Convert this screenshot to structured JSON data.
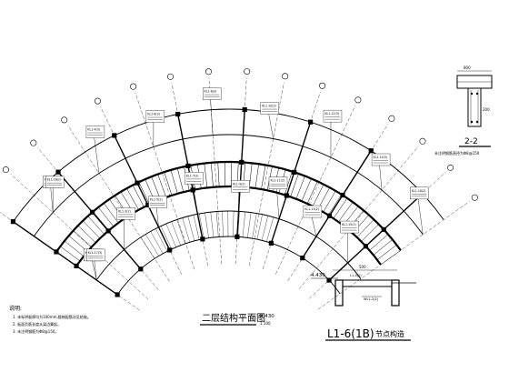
{
  "plan": {
    "title": "二层结构平面图",
    "scale": "1:100",
    "elevation": "4.430"
  },
  "section": {
    "label": "2-2",
    "note": "未注明钢筋直径为Φ8@150",
    "dim_top": "800",
    "dim_right": "200"
  },
  "detail": {
    "label": "L1-6(1B)",
    "suffix": "节点构造",
    "elevation": "4.430",
    "beam_tag": "WL1-2(1)",
    "dim": "500",
    "beam_mark": "L1-4(2)"
  },
  "notes": {
    "heading": "说明:",
    "items": [
      "1. 未标明板厚均为100mm,楼梯配筋详见结施。",
      "2. 板面负筋长度从梁边算起。",
      "3. 未注明钢筋为Φ8@150。"
    ]
  },
  "beam_labels": [
    "KL1-1(4)",
    "KL1-2(3)",
    "KL1-3(2)",
    "KL1-4(3)",
    "KL1-5(2)",
    "KL1-6(3)",
    "KL1-7(2)",
    "KL1-8(3)",
    "KL1-9(2)",
    "KL1-10(3)",
    "KL1-11(2)",
    "KL1-12(3)",
    "KL1-13(2)",
    "KL1-14(3)",
    "KL1-15(2)",
    "KL1-16(2)",
    "KL1-17(3)",
    "KL1-18(2)"
  ]
}
